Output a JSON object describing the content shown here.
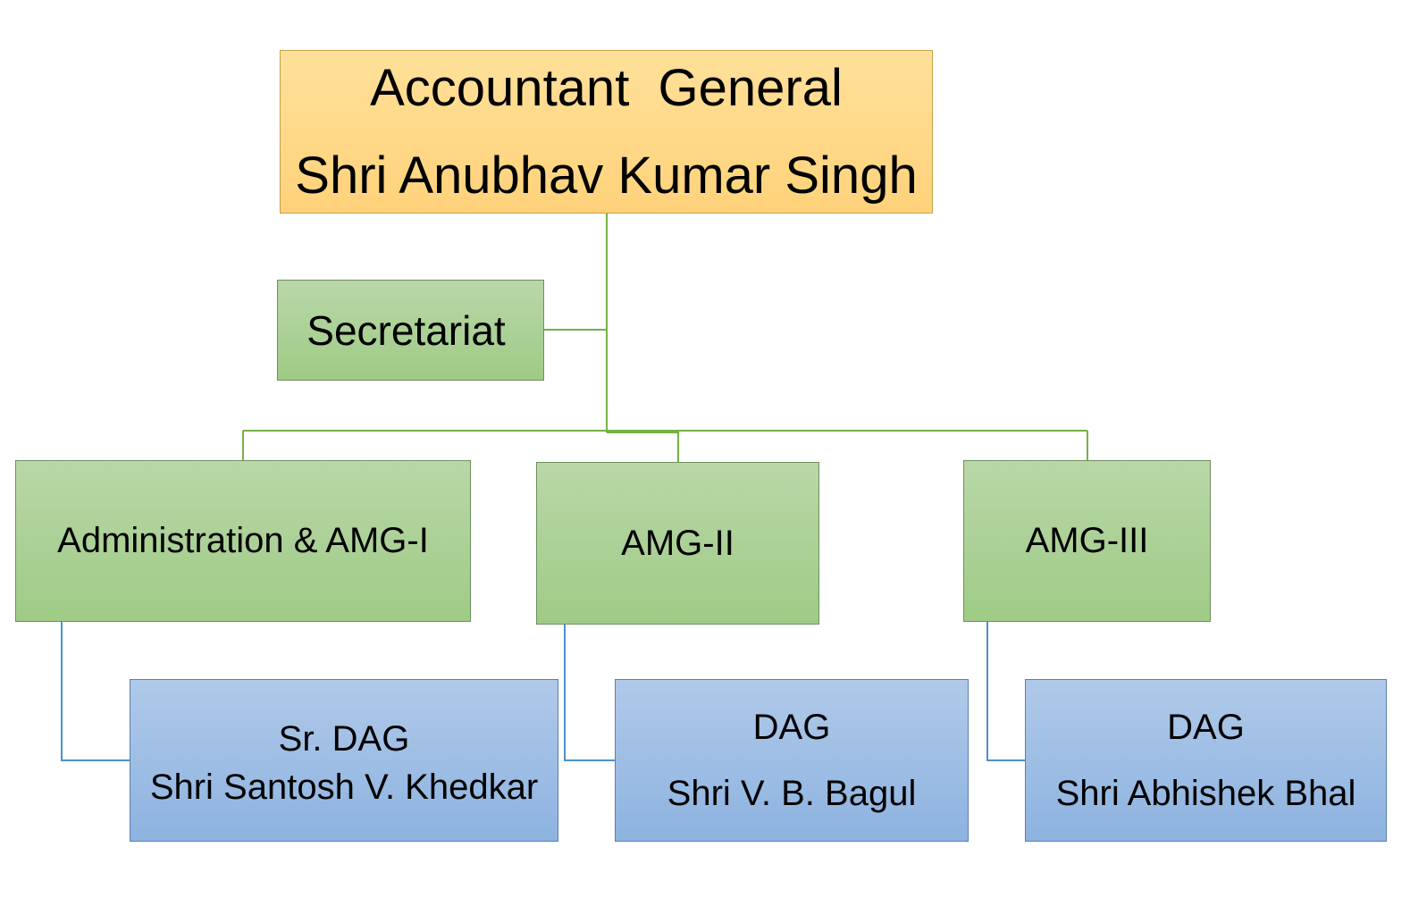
{
  "chart": {
    "top": {
      "title": "Accountant  General",
      "name": "Shri Anubhav Kumar Singh"
    },
    "secretariat": {
      "label": "Secretariat"
    },
    "groups": [
      {
        "label": "Administration & AMG-I"
      },
      {
        "label": "AMG-II"
      },
      {
        "label": "AMG-III"
      }
    ],
    "deputies": [
      {
        "title": "Sr. DAG",
        "name": "Shri Santosh V. Khedkar"
      },
      {
        "title": "DAG",
        "name": "Shri V. B. Bagul"
      },
      {
        "title": "DAG",
        "name": "Shri Abhishek Bhal"
      }
    ]
  },
  "colors": {
    "top_fill": "#ffd685",
    "group_fill": "#a9cf93",
    "deputy_fill": "#9dbde5",
    "green_connector": "#77b043",
    "blue_connector": "#4f8fcf"
  }
}
